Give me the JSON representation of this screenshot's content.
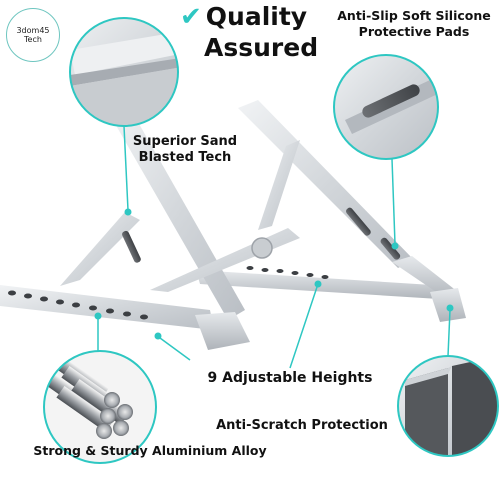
{
  "logo": {
    "line1": "3dom45",
    "line2": "Tech"
  },
  "headline": {
    "line1": "Quality",
    "line2": "Assured"
  },
  "callouts": {
    "antislip_line1": "Anti-Slip Soft Silicone",
    "antislip_line2": "Protective Pads",
    "sand_line1": "Superior Sand",
    "sand_line2": "Blasted Tech",
    "heights": "9 Adjustable Heights",
    "scratch": "Anti-Scratch Protection",
    "alloy": "Strong & Sturdy Aluminium  Alloy"
  },
  "colors": {
    "accent": "#2ec7c2",
    "metal": "#d9dce0",
    "rubber": "#5a5d61"
  }
}
